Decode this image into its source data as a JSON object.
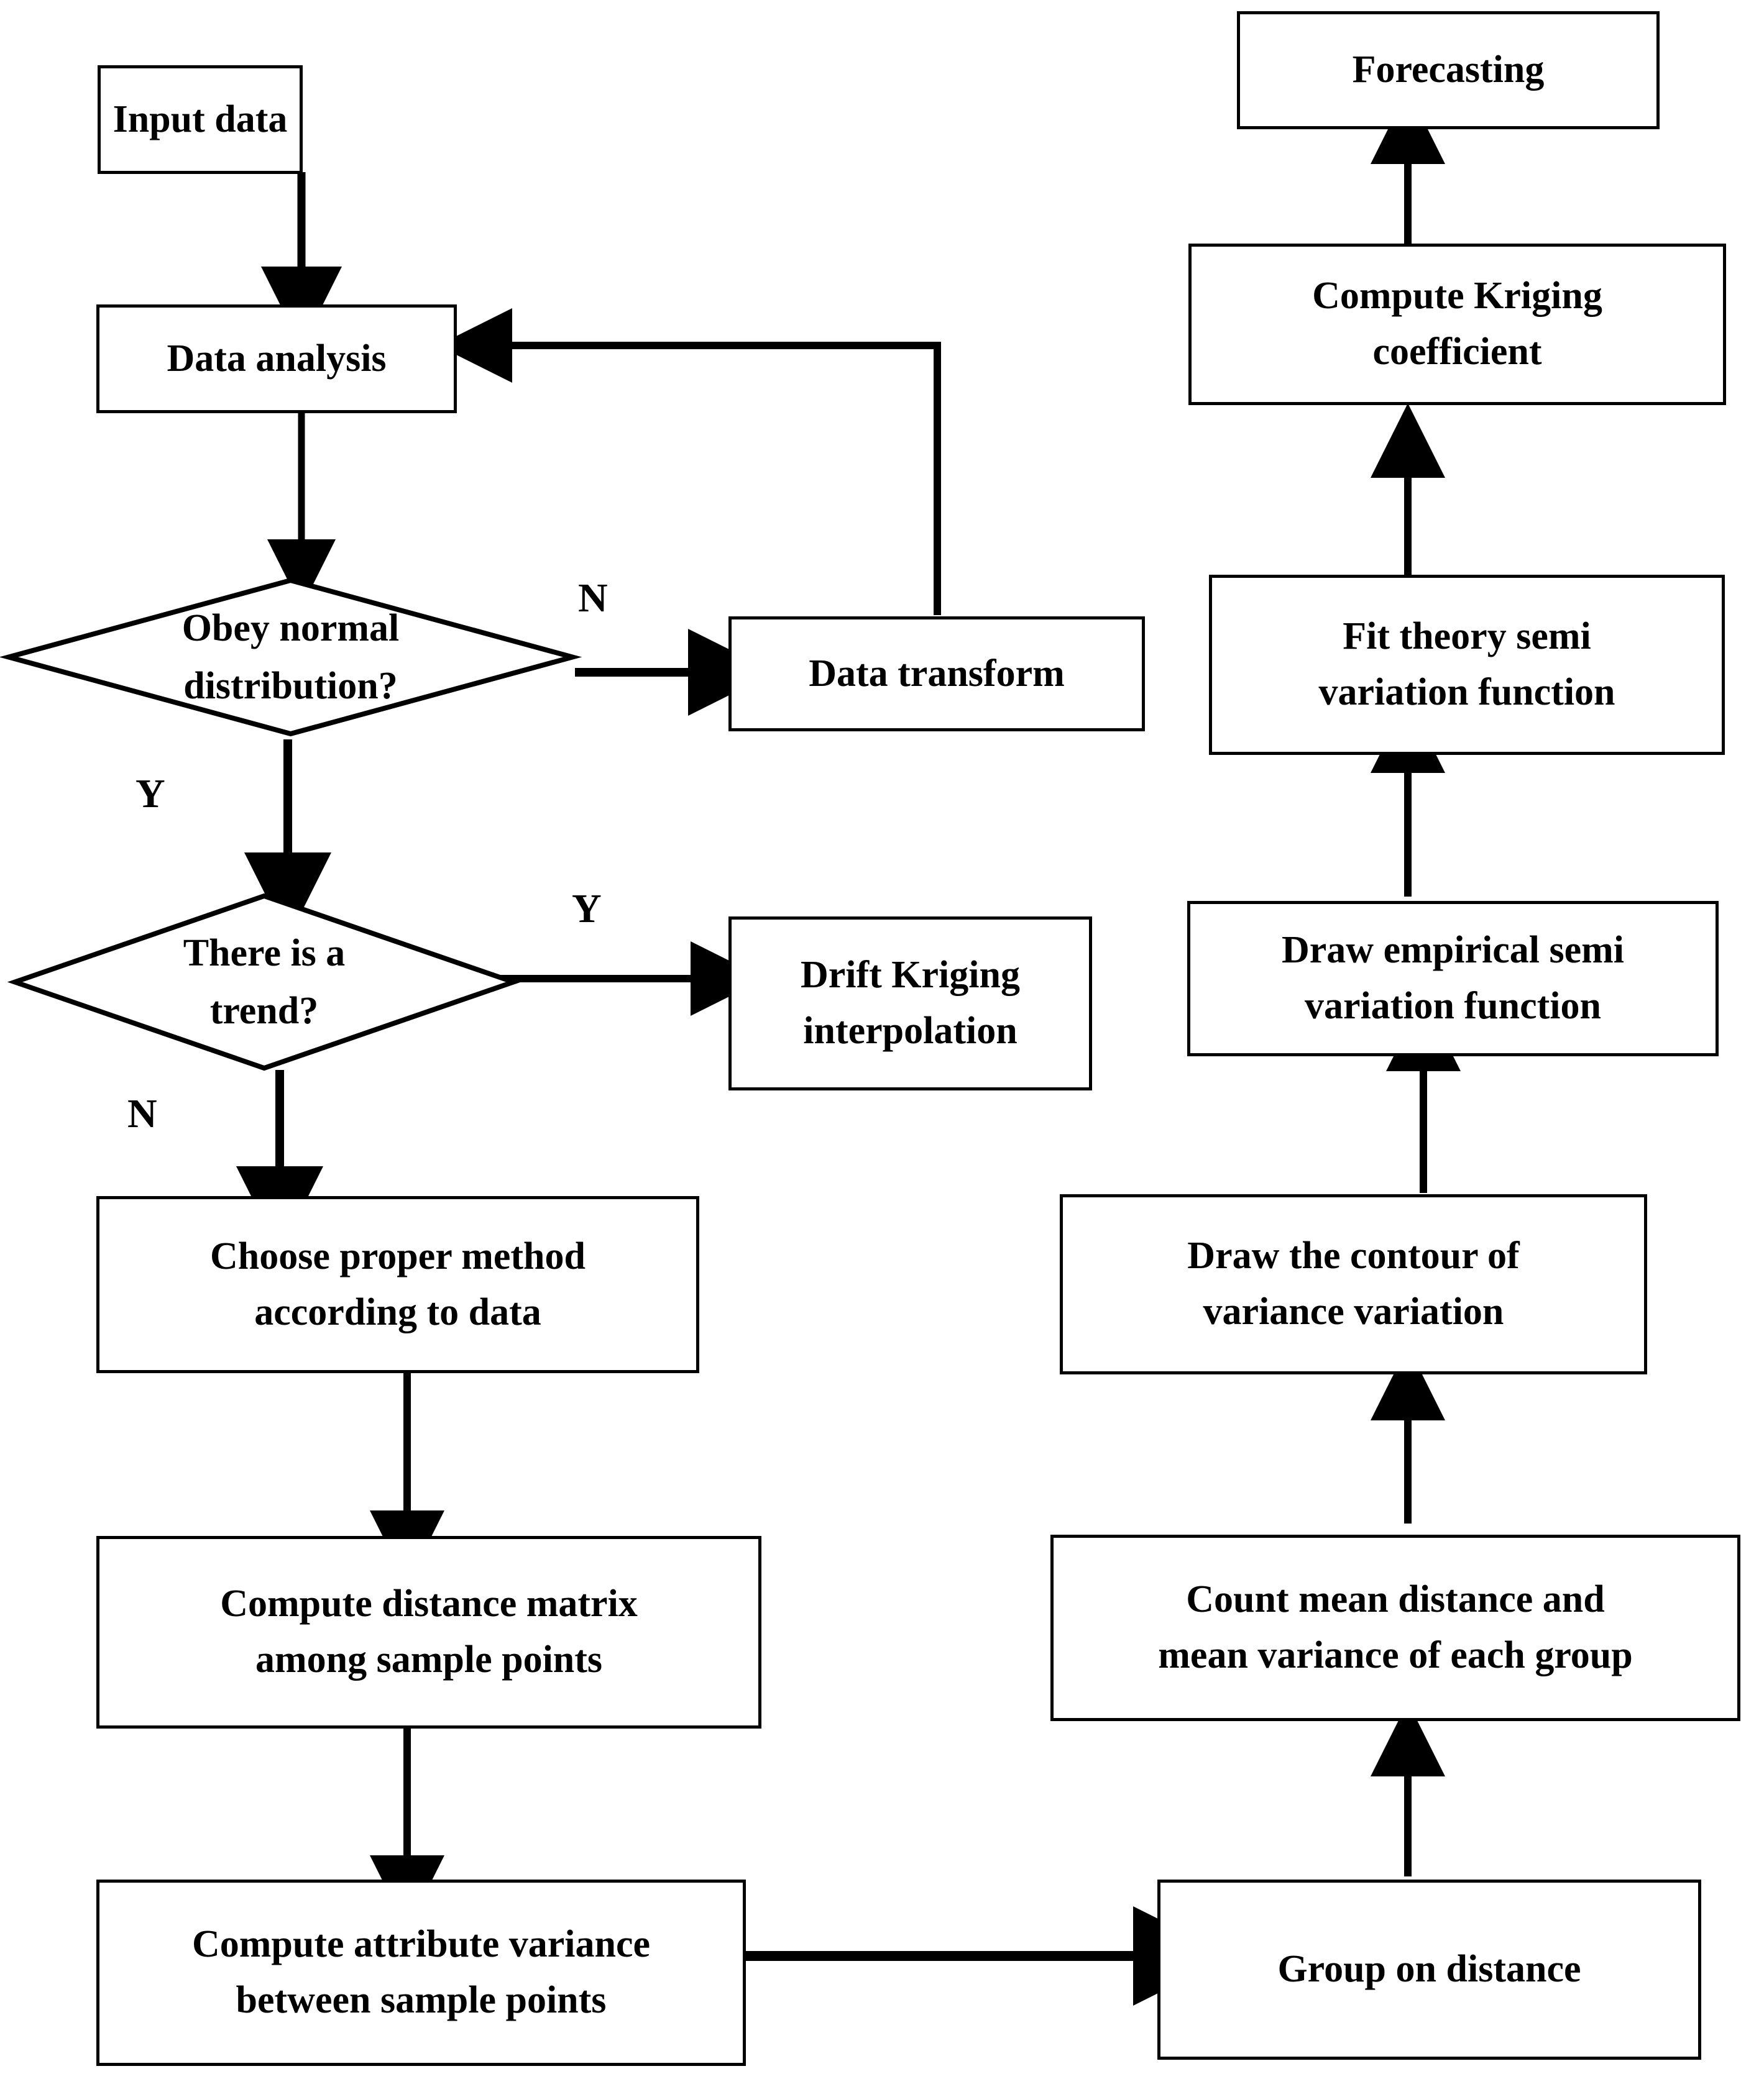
{
  "diagram": {
    "title": "Kriging interpolation workflow flowchart",
    "stroke_color": "#000000",
    "fill_color": "#ffffff",
    "nodes": [
      {
        "id": "input-data",
        "shape": "rect",
        "label": "Input data"
      },
      {
        "id": "data-analysis",
        "shape": "rect",
        "label": "Data analysis"
      },
      {
        "id": "obey-normal",
        "shape": "diamond",
        "line1": "Obey normal",
        "line2": "distribution?"
      },
      {
        "id": "data-transform",
        "shape": "rect",
        "label": "Data transform"
      },
      {
        "id": "there-is-trend",
        "shape": "diamond",
        "line1": "There is a",
        "line2": "trend?"
      },
      {
        "id": "drift-kriging",
        "shape": "rect",
        "line1": "Drift Kriging",
        "line2": "interpolation"
      },
      {
        "id": "choose-method",
        "shape": "rect",
        "line1": "Choose proper method",
        "line2": "according to data"
      },
      {
        "id": "compute-distance",
        "shape": "rect",
        "line1": "Compute distance matrix",
        "line2": "among sample points"
      },
      {
        "id": "compute-variance",
        "shape": "rect",
        "line1": "Compute attribute variance",
        "line2": "between sample points"
      },
      {
        "id": "group-distance",
        "shape": "rect",
        "label": "Group on distance"
      },
      {
        "id": "count-mean",
        "shape": "rect",
        "line1": "Count mean distance and",
        "line2": "mean variance of each group"
      },
      {
        "id": "draw-contour",
        "shape": "rect",
        "line1": "Draw the contour of",
        "line2": "variance variation"
      },
      {
        "id": "draw-empirical",
        "shape": "rect",
        "line1": "Draw empirical semi",
        "line2": "variation function"
      },
      {
        "id": "fit-theory",
        "shape": "rect",
        "line1": "Fit theory semi",
        "line2": "variation function"
      },
      {
        "id": "compute-kriging",
        "shape": "rect",
        "line1": "Compute Kriging",
        "line2": "coefficient"
      },
      {
        "id": "forecasting",
        "shape": "rect",
        "label": "Forecasting"
      }
    ],
    "edge_labels": [
      {
        "id": "normal-no",
        "text": "N"
      },
      {
        "id": "normal-yes",
        "text": "Y"
      },
      {
        "id": "trend-yes",
        "text": "Y"
      },
      {
        "id": "trend-no",
        "text": "N"
      }
    ]
  }
}
